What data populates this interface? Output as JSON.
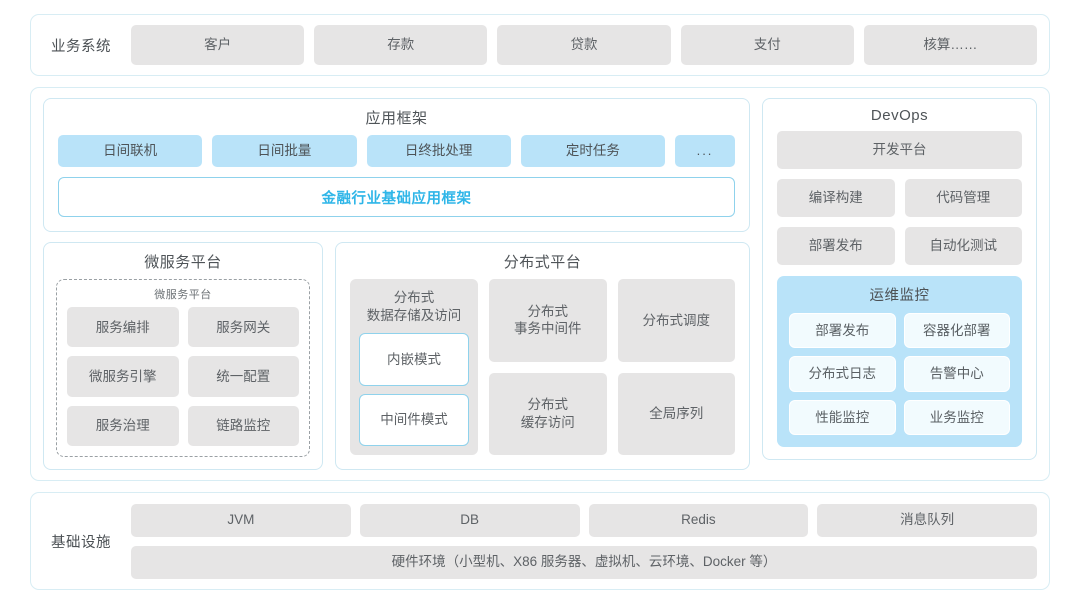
{
  "business_row": {
    "label": "业务系统",
    "items": [
      "客户",
      "存款",
      "贷款",
      "支付",
      "核算……"
    ]
  },
  "app_framework": {
    "title": "应用框架",
    "items": [
      "日间联机",
      "日间批量",
      "日终批处理",
      "定时任务",
      "..."
    ],
    "banner": "金融行业基础应用框架"
  },
  "microservice": {
    "title": "微服务平台",
    "inner_title": "微服务平台",
    "items": [
      "服务编排",
      "服务网关",
      "微服务引擎",
      "统一配置",
      "服务治理",
      "链路监控"
    ]
  },
  "distributed": {
    "title": "分布式平台",
    "storage": {
      "title": "分布式\n数据存储及访问",
      "title_line1": "分布式",
      "title_line2": "数据存储及访问",
      "modes": [
        "内嵌模式",
        "中间件模式"
      ]
    },
    "cells": [
      {
        "line1": "分布式",
        "line2": "事务中间件"
      },
      {
        "line1": "分布式调度",
        "line2": ""
      },
      {
        "line1": "分布式",
        "line2": "缓存访问"
      },
      {
        "line1": "全局序列",
        "line2": ""
      }
    ]
  },
  "devops": {
    "title": "DevOps",
    "platform": "开发平台",
    "items": [
      "编译构建",
      "代码管理",
      "部署发布",
      "自动化测试"
    ],
    "ops_monitor": {
      "title": "运维监控",
      "items": [
        "部署发布",
        "容器化部署",
        "分布式日志",
        "告警中心",
        "性能监控",
        "业务监控"
      ]
    }
  },
  "infrastructure": {
    "label": "基础设施",
    "items": [
      "JVM",
      "DB",
      "Redis",
      "消息队列"
    ],
    "hardware": "硬件环境（小型机、X86 服务器、虚拟机、云环境、Docker 等）"
  },
  "colors": {
    "accent_blue": "#2fb6e8",
    "light_blue": "#b9e3f9",
    "chip_gray": "#e6e5e5",
    "border_blue": "#cfe8f2",
    "text": "#5e6266"
  }
}
